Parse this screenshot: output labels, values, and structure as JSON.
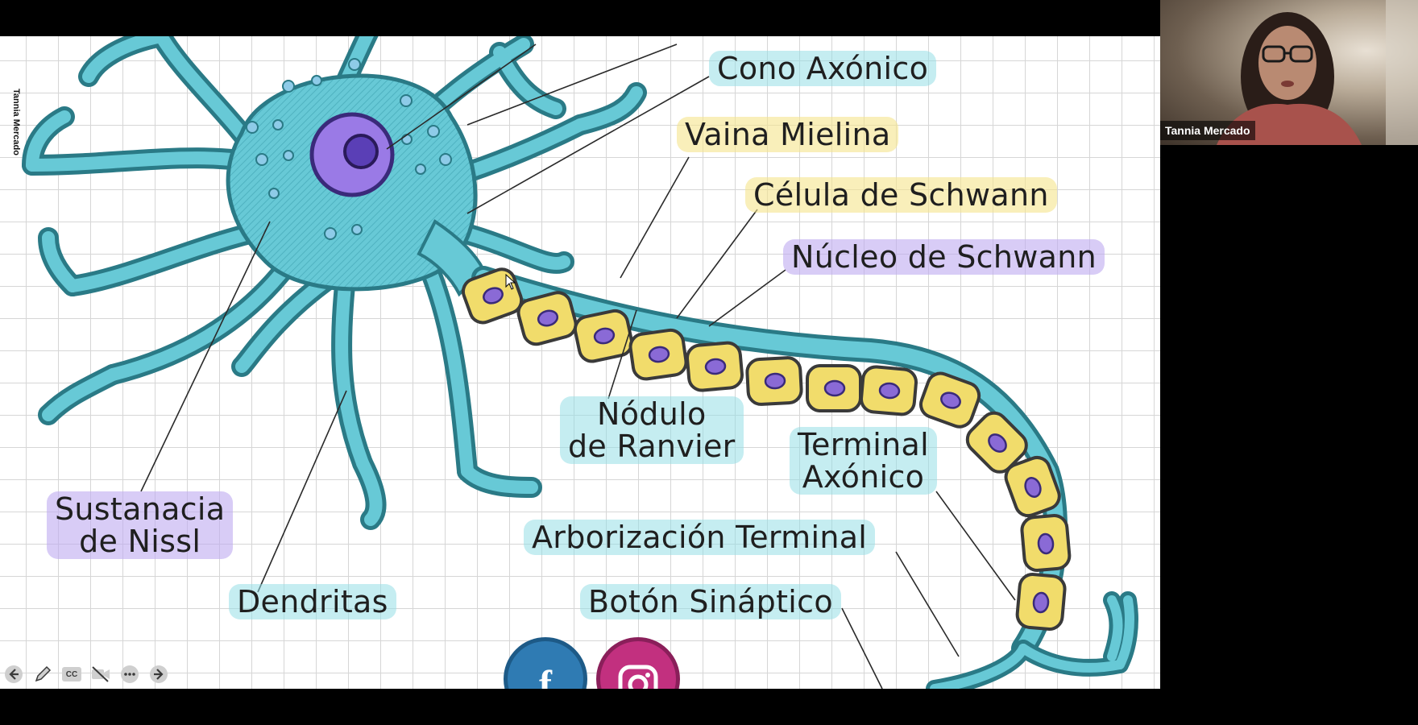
{
  "presenter_vertical_name": "Tannia Mercado",
  "participant": {
    "name": "Tannia Mercado"
  },
  "labels": {
    "cono_axonico": "Cono Axónico",
    "vaina_mielina": "Vaina Mielina",
    "celula_schwann": "Célula de Schwann",
    "nucleo_schwann": "Núcleo de Schwann",
    "nodulo_1": "Nódulo",
    "nodulo_2": "de Ranvier",
    "terminal_1": "Terminal",
    "terminal_2": "Axónico",
    "sustancia_1": "Sustanacia",
    "sustancia_2": "de Nissl",
    "arborizacion": "Arborización Terminal",
    "dendritas": "Dendritas",
    "boton": "Botón Sináptico"
  },
  "toolbar": [
    {
      "name": "previous-slide",
      "icon": "arrow-left-icon"
    },
    {
      "name": "annotate",
      "icon": "pencil-icon"
    },
    {
      "name": "captions",
      "icon": "cc-icon"
    },
    {
      "name": "video-off",
      "icon": "video-off-icon"
    },
    {
      "name": "more",
      "icon": "more-icon"
    },
    {
      "name": "next-slide",
      "icon": "arrow-right-icon"
    }
  ],
  "toolbar_cc_text": "CC",
  "colors": {
    "neuron_fill": "#67c9d6",
    "neuron_stroke": "#2a7a86",
    "myelin_fill": "#f1dc6b",
    "myelin_stroke": "#3a3a3a",
    "nucleus_fill": "#8a6ad6",
    "facebook": "#2f7bb3",
    "instagram": "#c2307f"
  },
  "social": {
    "facebook_glyph": "f"
  }
}
